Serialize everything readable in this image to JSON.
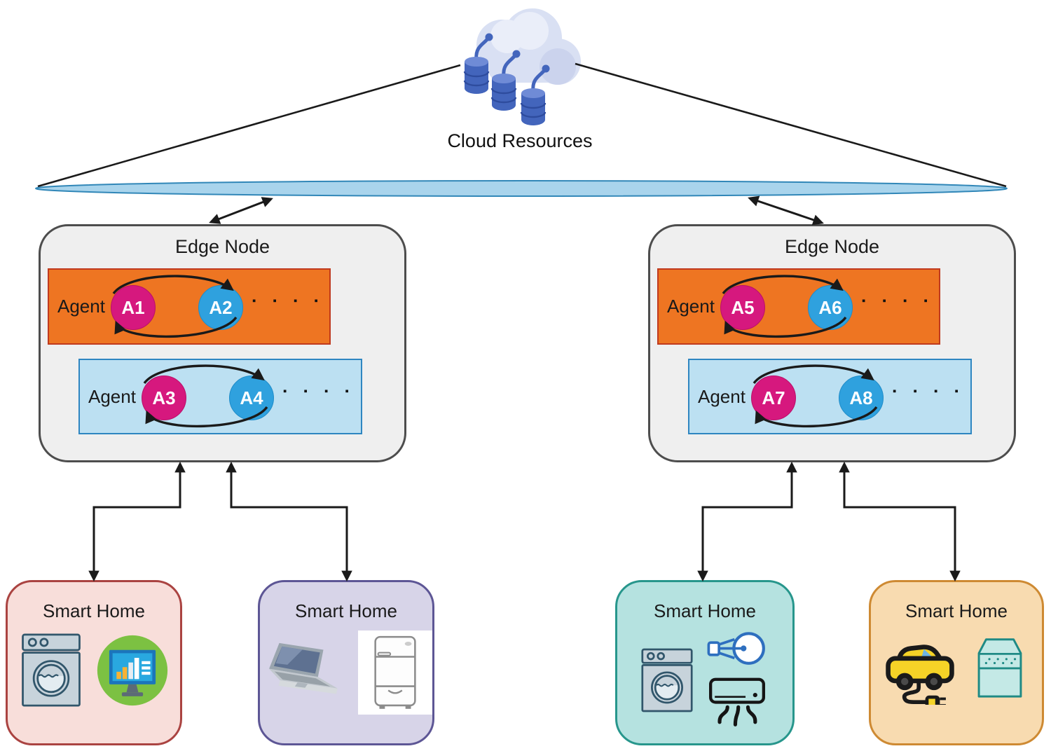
{
  "cloud": {
    "label": "Cloud Resources",
    "icon": "cloud-database-icon"
  },
  "edge_nodes": [
    {
      "title": "Edge Node",
      "agent_rows": [
        {
          "label": "Agent",
          "row_color": "#EE7522",
          "agents": [
            {
              "id": "A1",
              "color": "#D6187E"
            },
            {
              "id": "A2",
              "color": "#2FA1DE"
            }
          ],
          "ellipsis": "▪ ▪ ▪ ▪"
        },
        {
          "label": "Agent",
          "row_color": "#BCE0F2",
          "agents": [
            {
              "id": "A3",
              "color": "#D6187E"
            },
            {
              "id": "A4",
              "color": "#2FA1DE"
            }
          ],
          "ellipsis": "▪ ▪ ▪ ▪"
        }
      ]
    },
    {
      "title": "Edge Node",
      "agent_rows": [
        {
          "label": "Agent",
          "row_color": "#EE7522",
          "agents": [
            {
              "id": "A5",
              "color": "#D6187E"
            },
            {
              "id": "A6",
              "color": "#2FA1DE"
            }
          ],
          "ellipsis": "▪ ▪ ▪ ▪"
        },
        {
          "label": "Agent",
          "row_color": "#BCE0F2",
          "agents": [
            {
              "id": "A7",
              "color": "#D6187E"
            },
            {
              "id": "A8",
              "color": "#2FA1DE"
            }
          ],
          "ellipsis": "▪ ▪ ▪ ▪"
        }
      ]
    }
  ],
  "smart_homes": [
    {
      "title": "Smart Home",
      "devices": [
        "washing-machine-icon",
        "monitor-dashboard-icon"
      ]
    },
    {
      "title": "Smart Home",
      "devices": [
        "laptop-icon",
        "refrigerator-icon"
      ]
    },
    {
      "title": "Smart Home",
      "devices": [
        "washing-machine-icon",
        "smart-bulb-icon",
        "air-conditioner-icon"
      ]
    },
    {
      "title": "Smart Home",
      "devices": [
        "electric-car-icon",
        "dishwasher-icon"
      ]
    }
  ],
  "colors": {
    "agent_circle_pink": "#D6187E",
    "agent_circle_blue": "#2FA1DE",
    "agent_row_orange": "#EE7522",
    "agent_row_blue": "#BCE0F2",
    "network_lens": "#A9D4EC",
    "edge_node_fill": "#EFEFEF",
    "smart_home_fills": [
      "#F8DEDA",
      "#D7D4E8",
      "#B5E2E0",
      "#F8DBB0"
    ]
  }
}
